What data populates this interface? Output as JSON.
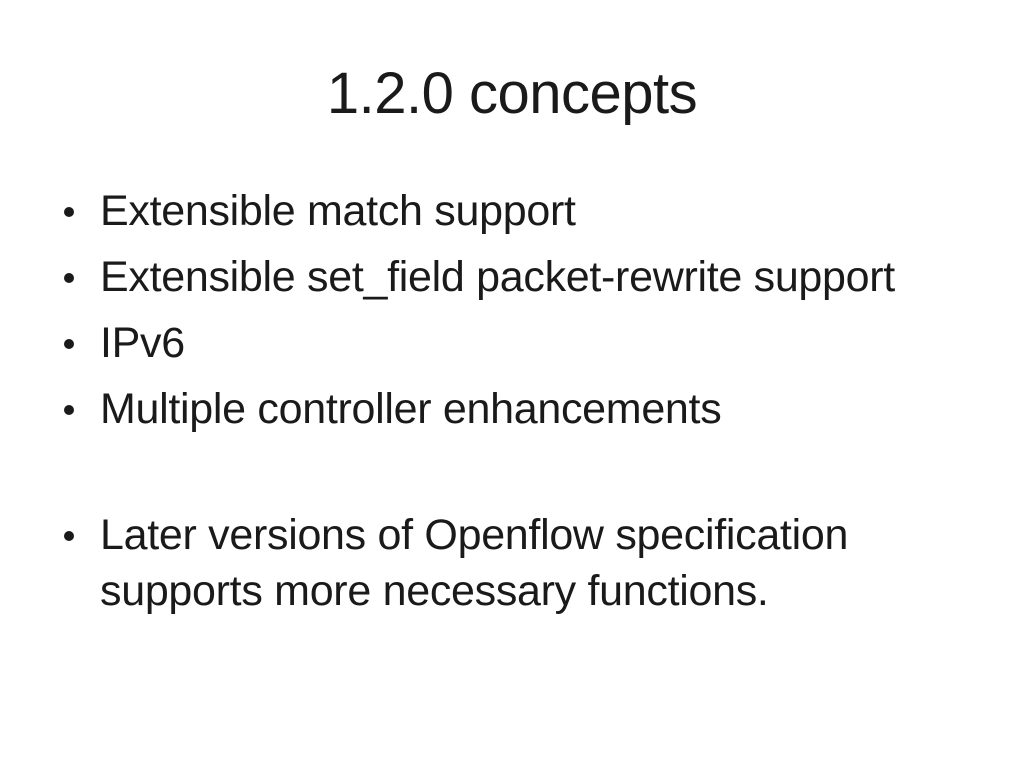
{
  "slide": {
    "title": "1.2.0 concepts",
    "bullets": [
      {
        "text": "Extensible match support"
      },
      {
        "text": "Extensible set_field packet-rewrite support"
      },
      {
        "text": "IPv6"
      },
      {
        "text": "Multiple controller enhancements"
      },
      {
        "text": "Later versions of Openflow specification supports more necessary functions."
      }
    ],
    "colors": {
      "background": "#ffffff",
      "text": "#1a1a1a"
    }
  }
}
